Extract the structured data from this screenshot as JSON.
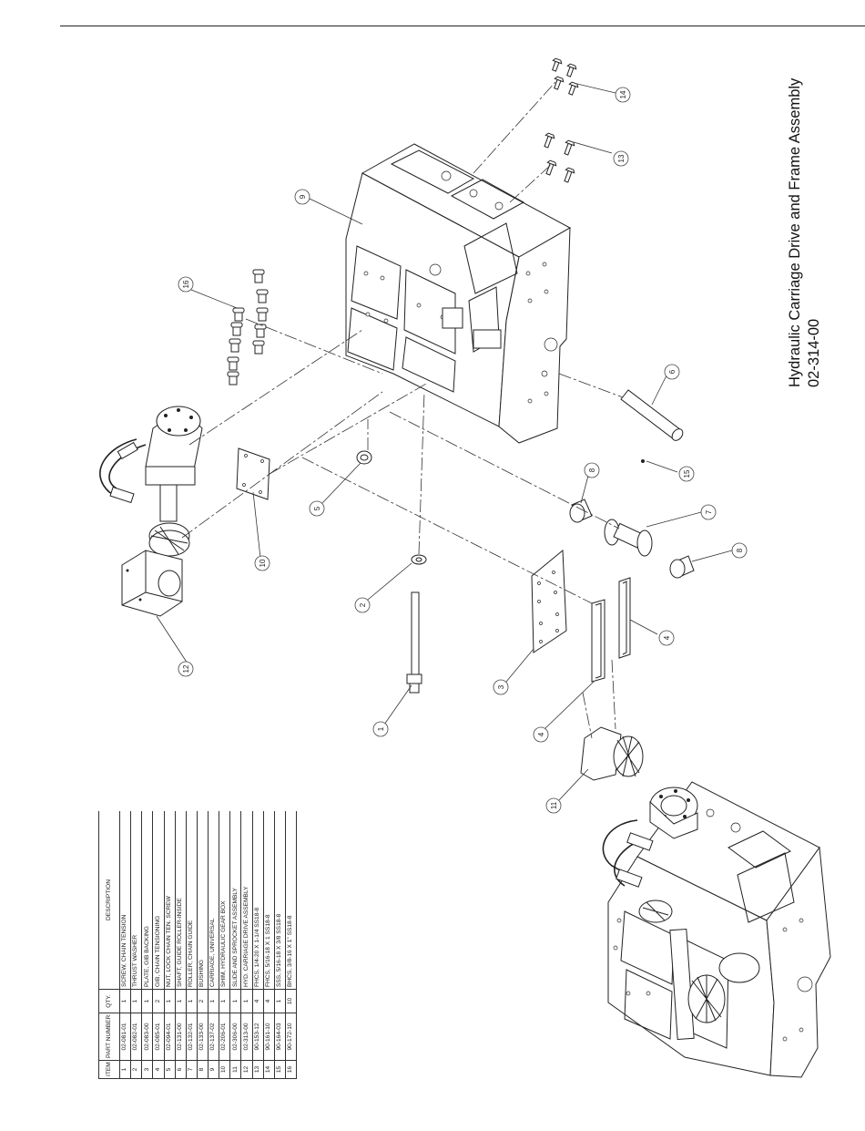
{
  "title": {
    "line1": "Hydraulic Carriage Drive and Frame Assembly",
    "line2": "02-314-00"
  },
  "bom": {
    "headers": [
      "ITEM",
      "PART NUMBER",
      "QTY.",
      "DESCRIPTION"
    ],
    "rows": [
      {
        "item": "1",
        "part": "02-081-01",
        "qty": "1",
        "desc": "SCREW, CHAIN TENSION"
      },
      {
        "item": "2",
        "part": "02-082-01",
        "qty": "1",
        "desc": "THRUST WASHER"
      },
      {
        "item": "3",
        "part": "02-083-00",
        "qty": "1",
        "desc": "PLATE, GIB BACKING"
      },
      {
        "item": "4",
        "part": "02-085-01",
        "qty": "2",
        "desc": "GIB, CHAIN TENSIONING"
      },
      {
        "item": "5",
        "part": "02-094-01",
        "qty": "1",
        "desc": "NUT, LOCK CHAIN TEN. SCREW"
      },
      {
        "item": "6",
        "part": "02-131-00",
        "qty": "1",
        "desc": "SHAFT, GUIDE ROLLER-INSIDE"
      },
      {
        "item": "7",
        "part": "02-132-01",
        "qty": "1",
        "desc": "ROLLER, CHAIN GUIDE"
      },
      {
        "item": "8",
        "part": "02-133-00",
        "qty": "2",
        "desc": "BUSHING"
      },
      {
        "item": "9",
        "part": "02-137-02",
        "qty": "1",
        "desc": "CARRIAGE, UNIVERSAL"
      },
      {
        "item": "10",
        "part": "02-206-01",
        "qty": "1",
        "desc": "SHIM, HYDRAULIC GEAR BOX"
      },
      {
        "item": "11",
        "part": "02-306-00",
        "qty": "1",
        "desc": "SLIDE AND SPROCKET ASSEMBLY"
      },
      {
        "item": "12",
        "part": "02-313-00",
        "qty": "1",
        "desc": "HYD. CARRIAGE DRIVE ASSEMBLY"
      },
      {
        "item": "13",
        "part": "90-153-12",
        "qty": "4",
        "desc": "FHCS, 1/4-20 X 1-1/4 SS18-8"
      },
      {
        "item": "14",
        "part": "90-161-10",
        "qty": "4",
        "desc": "FHCS, 5/16-18 X 1 SS18-8"
      },
      {
        "item": "15",
        "part": "90-164-03",
        "qty": "1",
        "desc": "SSS, 5/16-18 X 3/8 SS18-8"
      },
      {
        "item": "16",
        "part": "90-172-10",
        "qty": "10",
        "desc": "BHCS, 3/8-16 X 1\" SS18-8"
      }
    ]
  },
  "balloons": [
    "1",
    "2",
    "3",
    "4",
    "4",
    "5",
    "6",
    "7",
    "8",
    "8",
    "9",
    "10",
    "11",
    "12",
    "13",
    "14",
    "15",
    "16"
  ],
  "colors": {
    "line": "#222222",
    "balloon_stroke": "#444444",
    "background": "#ffffff"
  }
}
